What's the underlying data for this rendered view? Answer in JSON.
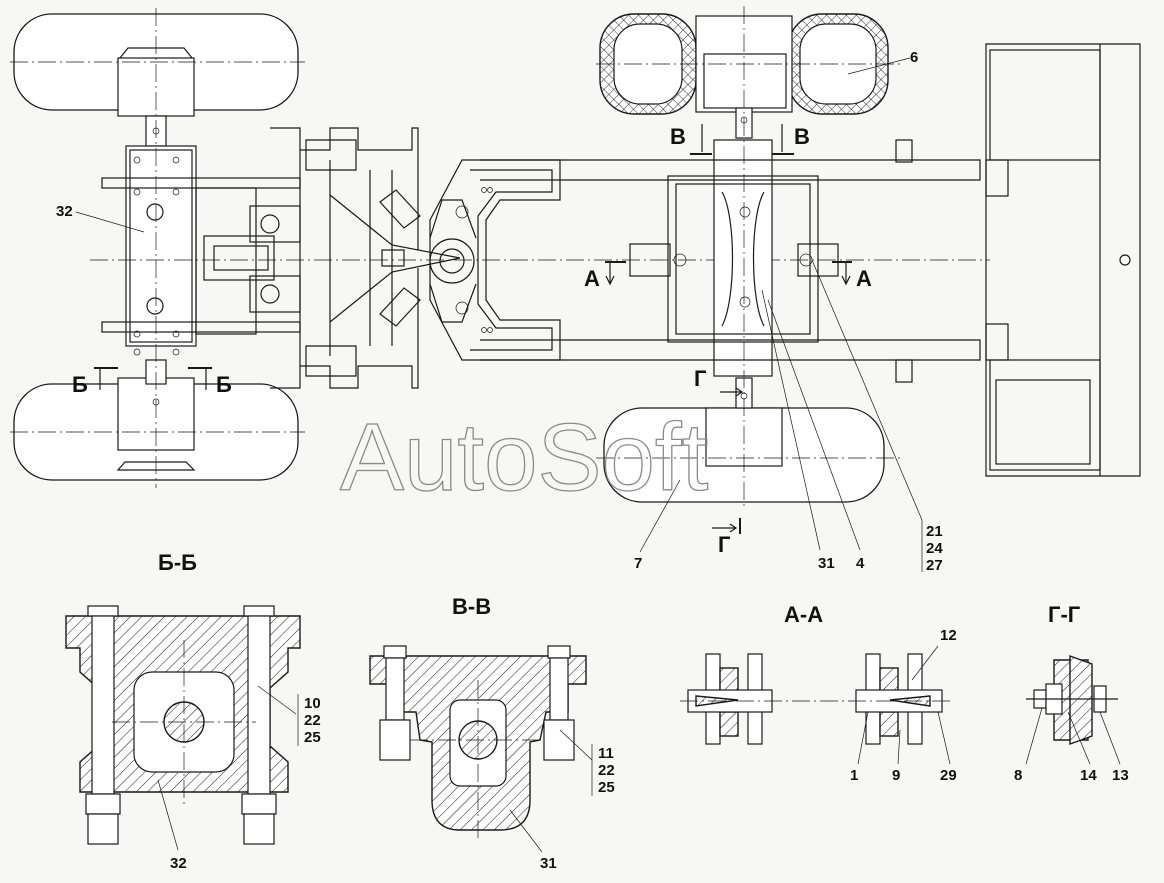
{
  "watermark": "AutoSoft",
  "section_titles": {
    "bb": "Б-Б",
    "vv": "В-В",
    "aa": "А-А",
    "gg": "Г-Г"
  },
  "cut_marks": {
    "a_left": "А",
    "a_right": "А",
    "b_left": "Б",
    "b_right": "Б",
    "v_left": "В",
    "v_right": "В",
    "g_top": "Г",
    "g_bottom": "Г"
  },
  "callouts": {
    "c6": "6",
    "c32": "32",
    "c7": "7",
    "c31": "31",
    "c4": "4",
    "stack_main": [
      "21",
      "24",
      "27"
    ],
    "stack_bb": [
      "10",
      "22",
      "25"
    ],
    "bb_32": "32",
    "stack_vv": [
      "11",
      "22",
      "25"
    ],
    "vv_31": "31",
    "aa_12": "12",
    "aa_1": "1",
    "aa_9": "9",
    "aa_29": "29",
    "gg_8": "8",
    "gg_14": "14",
    "gg_13": "13"
  }
}
